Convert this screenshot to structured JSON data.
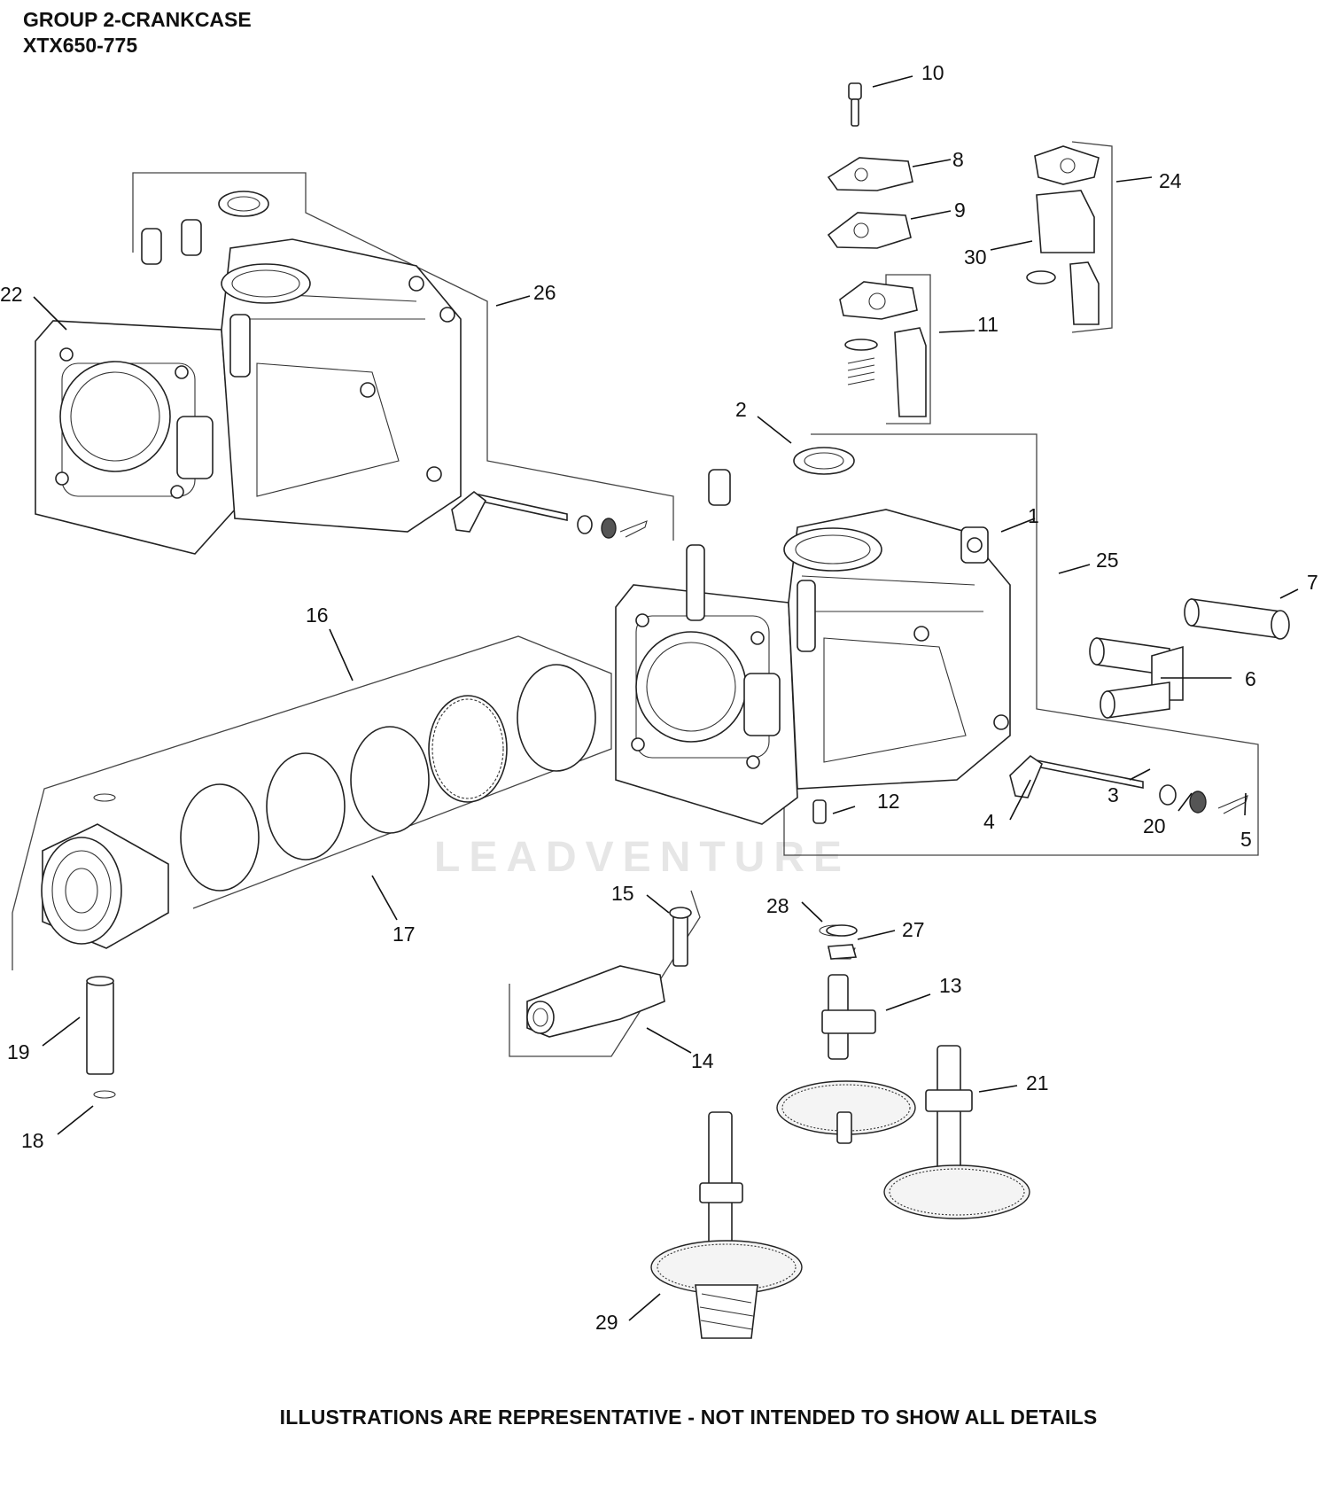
{
  "header": {
    "group": "GROUP 2-CRANKCASE",
    "model": "XTX650-775"
  },
  "footer": {
    "disclaimer": "ILLUSTRATIONS ARE REPRESENTATIVE - NOT INTENDED TO SHOW ALL DETAILS"
  },
  "watermark": "LEADVENTURE",
  "callouts": [
    "1",
    "2",
    "3",
    "4",
    "5",
    "6",
    "7",
    "8",
    "9",
    "10",
    "11",
    "12",
    "13",
    "14",
    "15",
    "16",
    "17",
    "18",
    "19",
    "20",
    "21",
    "22",
    "24",
    "25",
    "26",
    "27",
    "28",
    "29",
    "30"
  ]
}
